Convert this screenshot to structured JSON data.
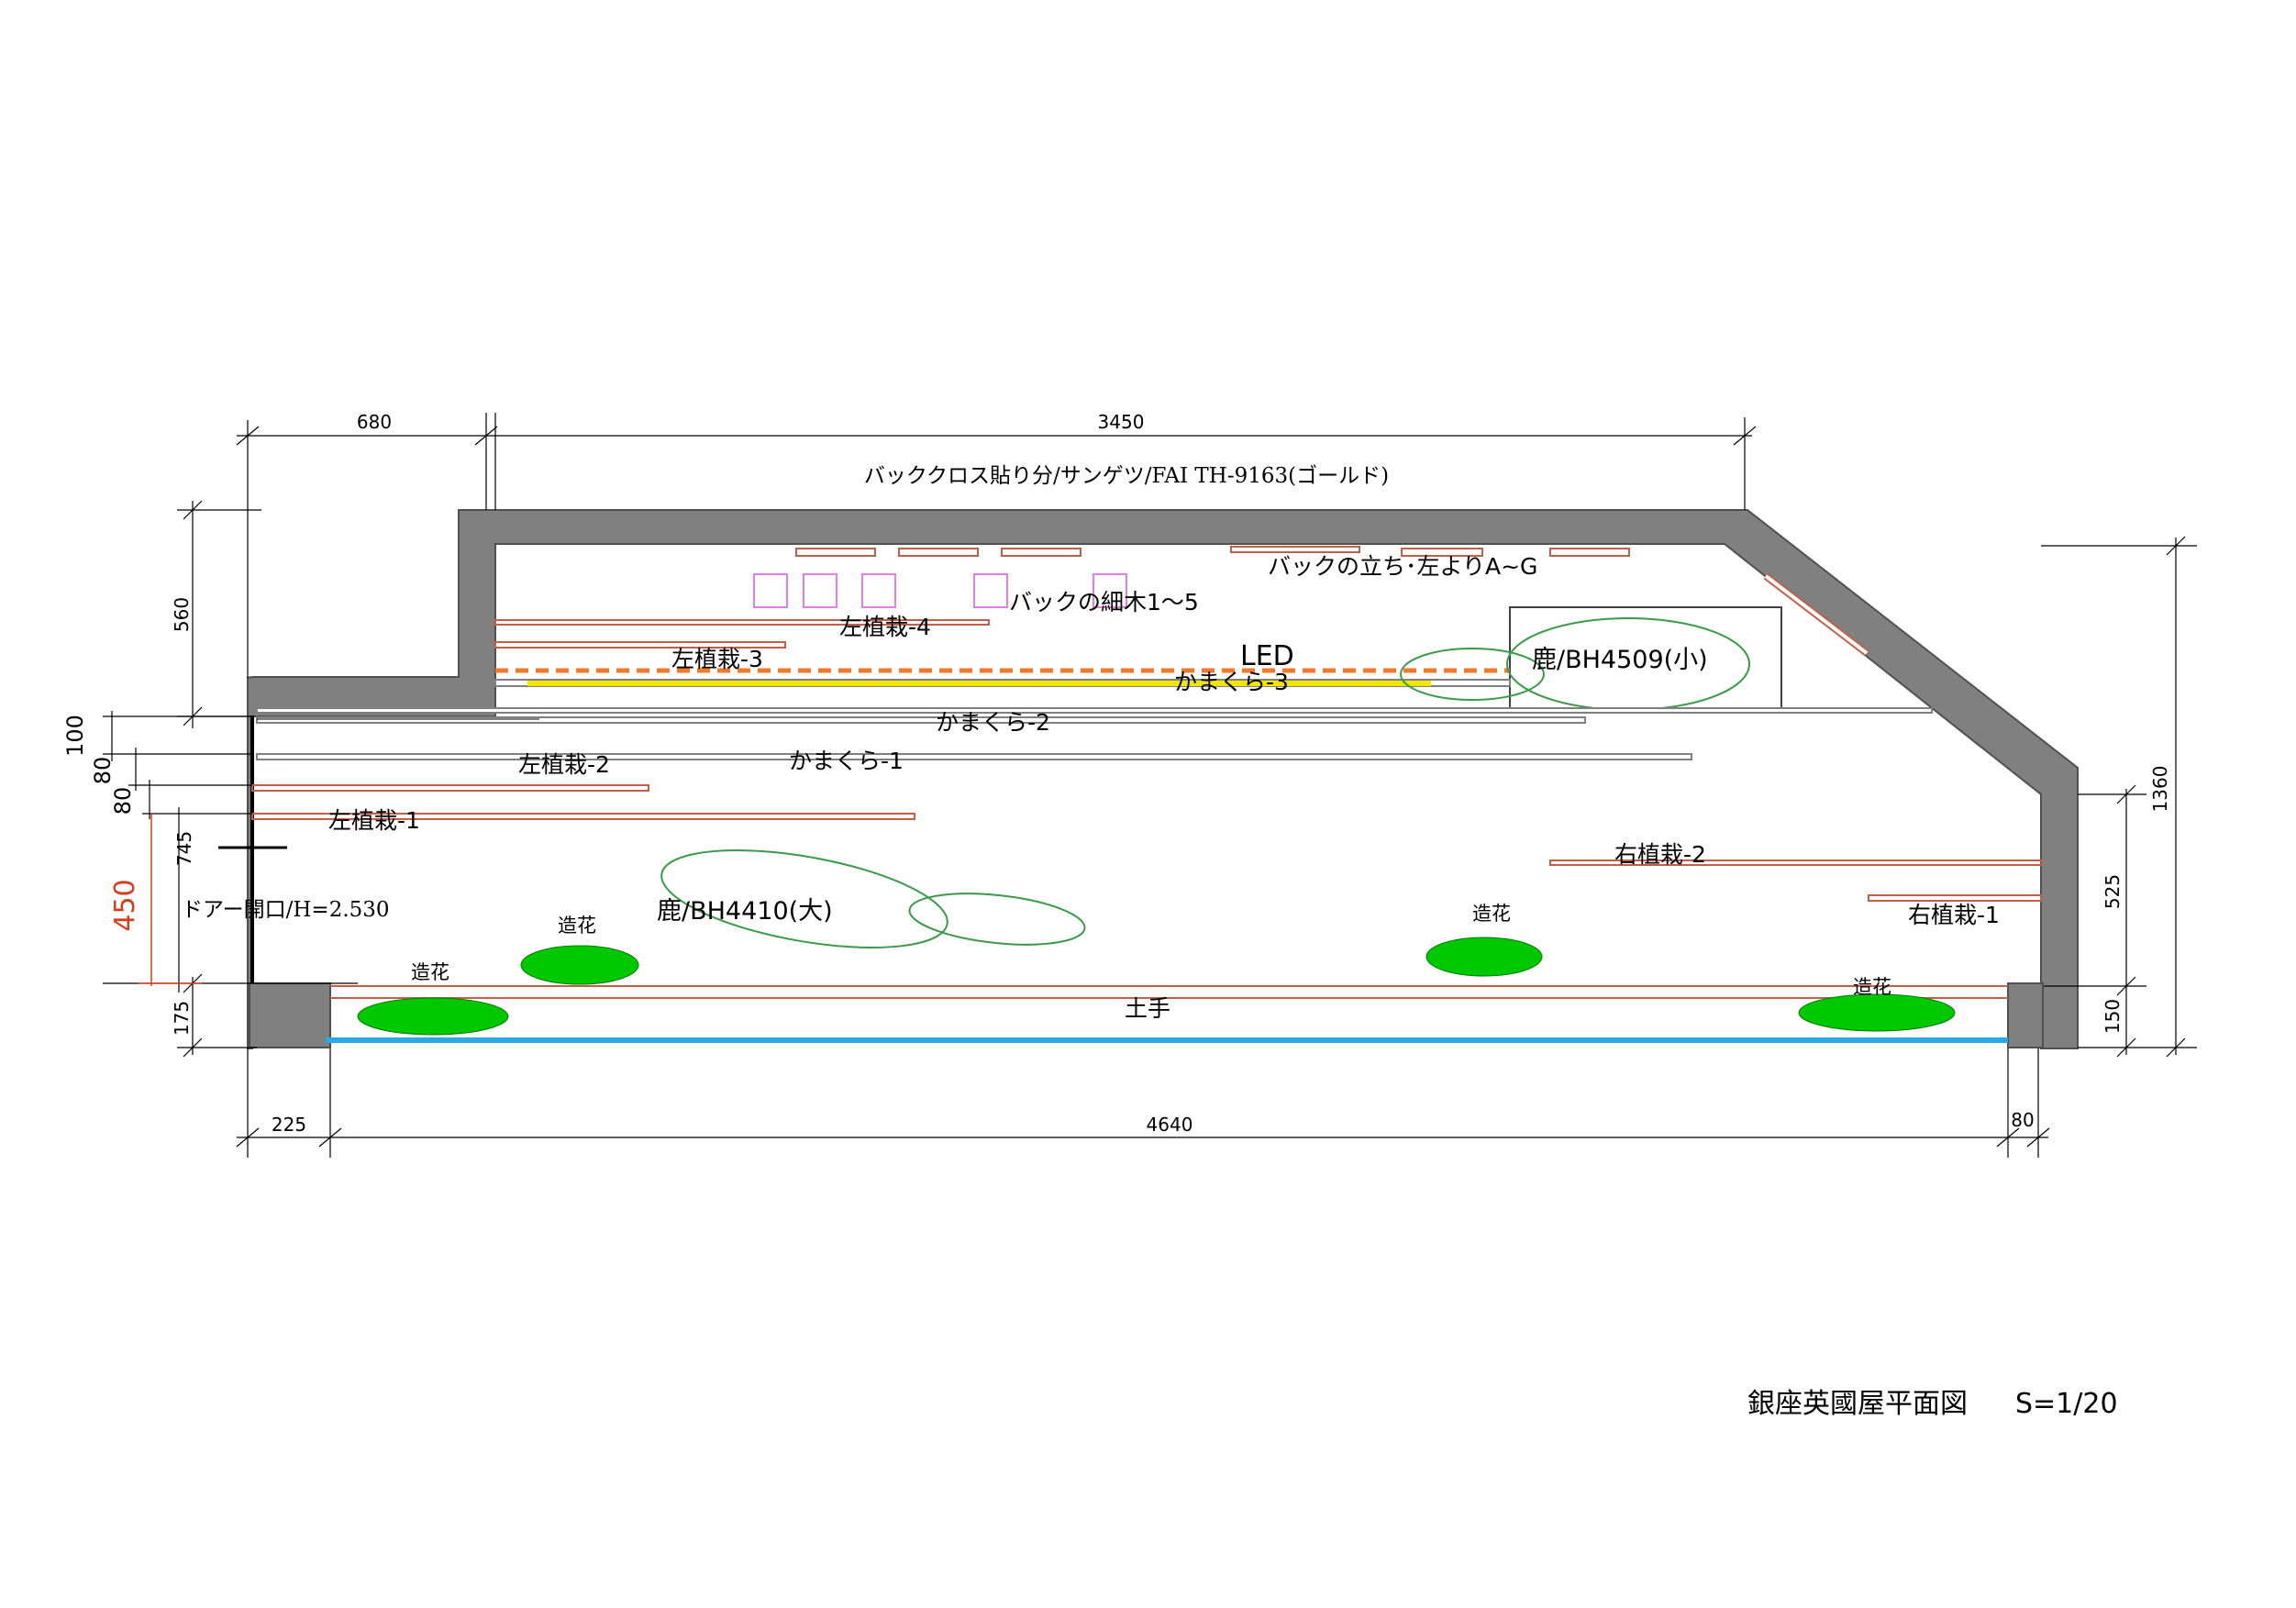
{
  "colors": {
    "wall": "#808080",
    "plank": "#c0604a",
    "led_dash": "#f07a2a",
    "led_yellow": "#f2e600",
    "flower": "#00c800",
    "deer": "#3a9a4a",
    "water": "#2aa8e8",
    "tile": "#e080e0",
    "dim_red": "#d04020"
  },
  "title": "銀座英國屋平面図",
  "scale": "S=1/20",
  "dims": {
    "top_left": "680",
    "top_main": "3450",
    "left_560": "560",
    "left_100": "100",
    "left_80a": "80",
    "left_80b": "80",
    "left_745": "745",
    "left_450": "450",
    "left_175": "175",
    "right_1360": "1360",
    "right_525": "525",
    "right_150": "150",
    "bottom_225": "225",
    "bottom_4640": "4640",
    "bottom_80": "80"
  },
  "labels": {
    "back_cloth": "バッククロス貼り分/サンゲツ/FAI TH-9163(ゴールド)",
    "back_stand": "バックの立ち･左よりA~G",
    "back_wood": "バックの細木1～5",
    "left_plant_4": "左植栽-4",
    "left_plant_3": "左植栽-3",
    "led": "LED",
    "kamakura_3": "かまくら-3",
    "deer_small": "鹿/BH4509(小)",
    "kamakura_2": "かまくら-2",
    "left_plant_2": "左植栽-2",
    "kamakura_1": "かまくら-1",
    "left_plant_1": "左植栽-1",
    "right_plant_2": "右植栽-2",
    "right_plant_1": "右植栽-1",
    "door": "ドアー開口/H=2.530",
    "deer_large": "鹿/BH4410(大)",
    "flower_1": "造花",
    "flower_2": "造花",
    "flower_3": "造花",
    "flower_4": "造花",
    "bank": "土手"
  }
}
